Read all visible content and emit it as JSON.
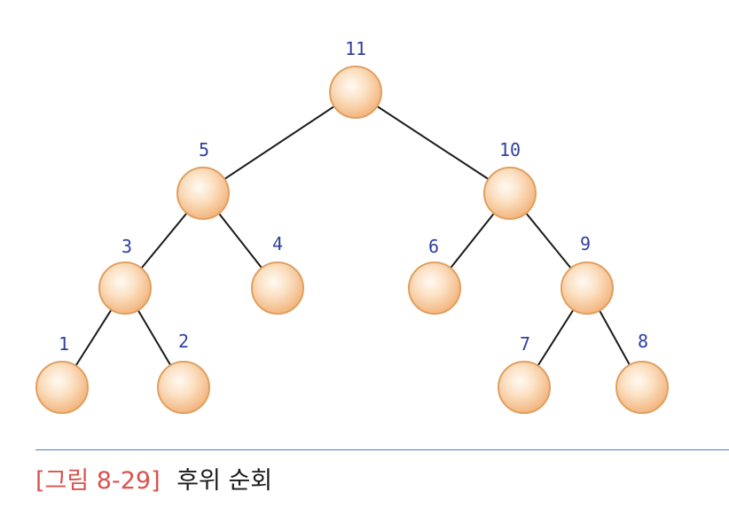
{
  "diagram": {
    "nodes": [
      {
        "id": "root",
        "order": "11"
      },
      {
        "id": "l",
        "order": "5"
      },
      {
        "id": "r",
        "order": "10"
      },
      {
        "id": "ll",
        "order": "3"
      },
      {
        "id": "lr",
        "order": "4"
      },
      {
        "id": "rl",
        "order": "6"
      },
      {
        "id": "rr",
        "order": "9"
      },
      {
        "id": "lll",
        "order": "1"
      },
      {
        "id": "llr",
        "order": "2"
      },
      {
        "id": "rrl",
        "order": "7"
      },
      {
        "id": "rrr",
        "order": "8"
      }
    ],
    "edges": [
      [
        "root",
        "l"
      ],
      [
        "root",
        "r"
      ],
      [
        "l",
        "ll"
      ],
      [
        "l",
        "lr"
      ],
      [
        "r",
        "rl"
      ],
      [
        "r",
        "rr"
      ],
      [
        "ll",
        "lll"
      ],
      [
        "ll",
        "llr"
      ],
      [
        "rr",
        "rrl"
      ],
      [
        "rr",
        "rrr"
      ]
    ],
    "colors": {
      "node_center": "#fffaf3",
      "node_edge": "#f2b27a",
      "node_stroke": "#e0a060",
      "label": "#2e3f9e",
      "divider": "#4f7fc4",
      "caption_accent": "#d9534f"
    }
  },
  "caption": {
    "label": "[그림 8-29]",
    "title": "후위 순회"
  }
}
